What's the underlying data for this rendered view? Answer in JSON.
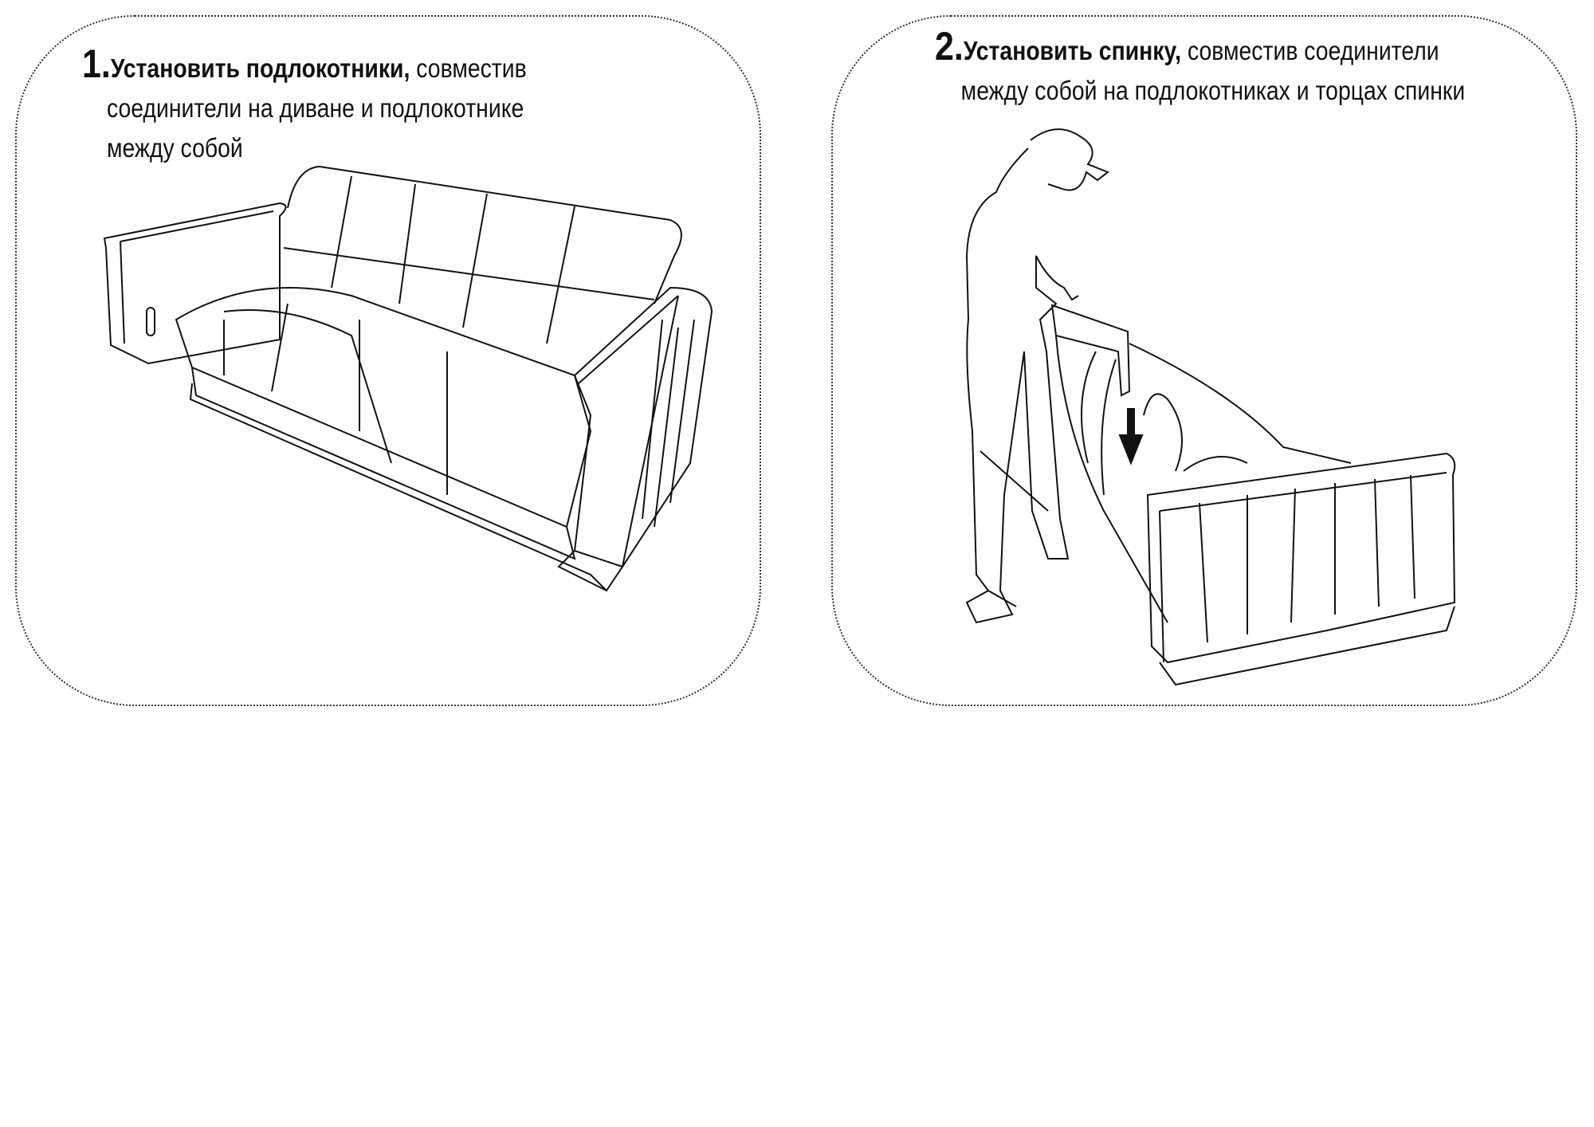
{
  "steps": [
    {
      "number": "1.",
      "bold": "Установить подлокотники,",
      "text_line1": " совместив",
      "text_line2": "соединители на диване и подлокотнике",
      "text_line3": "между собой",
      "illustration": "sofa-with-armrests"
    },
    {
      "number": "2.",
      "bold": "Установить спинку,",
      "text_line1": " совместив соединители",
      "text_line2": "между собой на подлокотниках и торцах спинки",
      "illustration": "person-installing-backrest"
    }
  ]
}
